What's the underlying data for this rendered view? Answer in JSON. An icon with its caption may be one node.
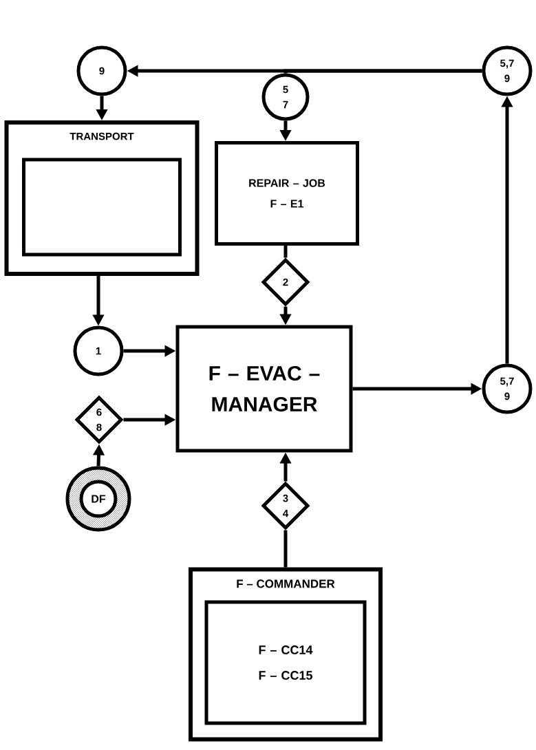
{
  "diagram": {
    "nodes": [
      {
        "text": [
          "9"
        ]
      },
      {
        "text": [
          "5 7"
        ]
      },
      {
        "text": [
          "5,7 9"
        ]
      },
      {
        "text": [
          "TRANSPORT"
        ]
      },
      {
        "text": [],
        "shape": "box",
        "in": 3
      },
      {
        "text": [
          "REPAIR – JOB",
          "F – E1"
        ]
      },
      {
        "text": [
          "2"
        ]
      },
      {
        "text": [
          "1"
        ]
      },
      {
        "text": [
          "F – EVAC – MANAGER"
        ]
      },
      {
        "text": [
          "6 8"
        ]
      },
      {
        "text": [
          "5,7 9"
        ]
      },
      {
        "text": [
          "DF"
        ]
      },
      {
        "text": [
          "3 4"
        ]
      },
      {
        "text": [
          "F – COMMANDER"
        ]
      },
      {
        "text": [
          "F – CC14",
          "F – CC15"
        ],
        "in": 13
      }
    ],
    "edges": [
      {
        "from": 2,
        "to": 0,
        "arrow": "to"
      },
      {
        "from": 2,
        "to": 1,
        "arrow": "none"
      },
      {
        "from": 1,
        "to": 5,
        "arrow": "to"
      },
      {
        "from": 0,
        "to": 3,
        "arrow": "to"
      },
      {
        "from": 3,
        "to": 7,
        "arrow": "to"
      },
      {
        "from": 5,
        "to": 6,
        "arrow": "none"
      },
      {
        "from": 6,
        "to": 8,
        "arrow": "to"
      },
      {
        "from": 7,
        "to": 8,
        "arrow": "to"
      },
      {
        "from": 9,
        "to": 8,
        "arrow": "to"
      },
      {
        "from": 11,
        "to": 9,
        "arrow": "to"
      },
      {
        "from": 8,
        "to": 10,
        "arrow": "to"
      },
      {
        "from": 10,
        "to": 2,
        "arrow": "to"
      },
      {
        "from": 13,
        "to": 12,
        "arrow": "none"
      },
      {
        "from": 12,
        "to": 8,
        "arrow": "to"
      }
    ]
  }
}
